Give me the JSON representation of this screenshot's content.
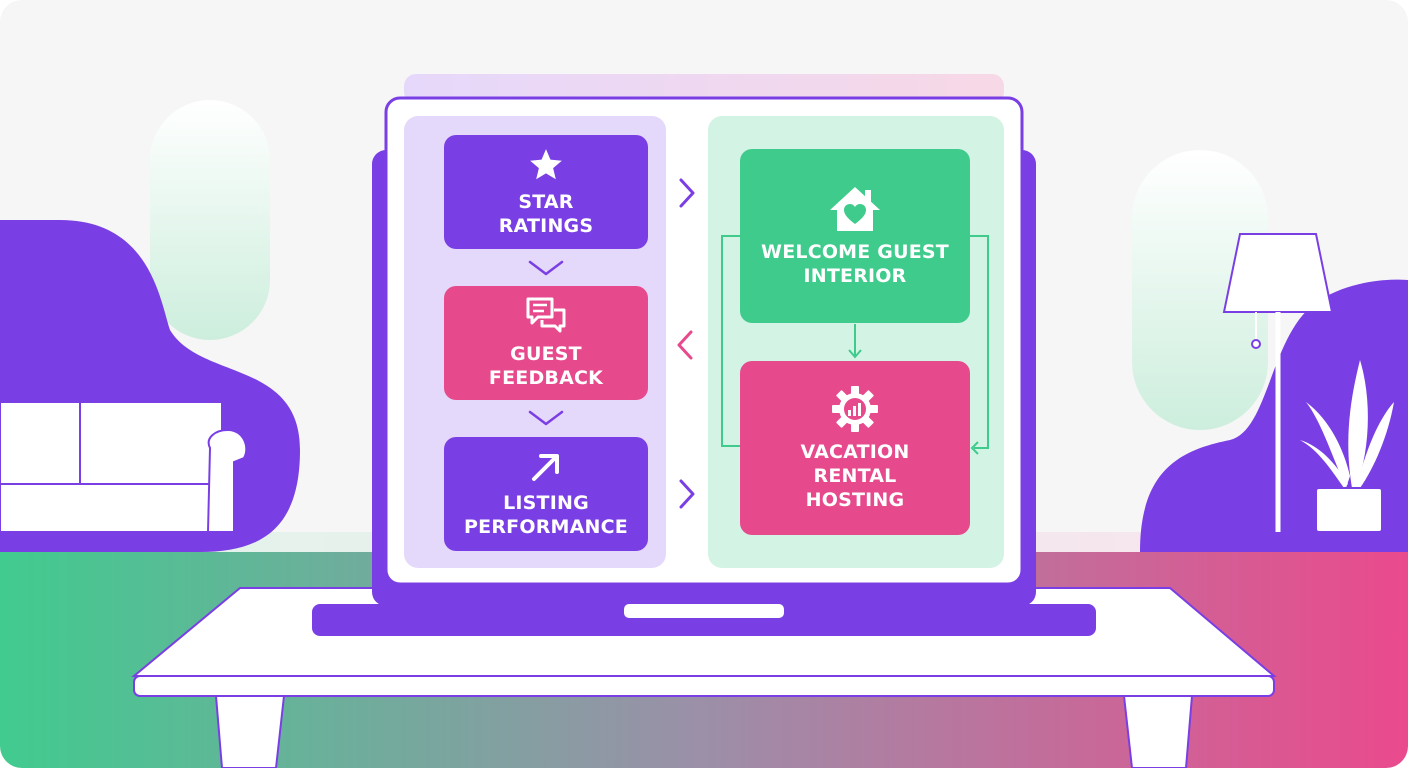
{
  "colors": {
    "purple": "#7a3fe4",
    "pink": "#e64a8c",
    "green": "#3fcb8c",
    "left_panel": "#e5d9fb",
    "right_panel": "#d3f4e4",
    "background": "#f6f6f7"
  },
  "left_column": [
    {
      "label": "STAR\nRATINGS",
      "icon": "star-icon",
      "color": "purple"
    },
    {
      "label": "GUEST\nFEEDBACK",
      "icon": "chat-bubbles-icon",
      "color": "pink"
    },
    {
      "label": "LISTING\nPERFORMANCE",
      "icon": "arrow-up-right-icon",
      "color": "purple"
    }
  ],
  "right_column": [
    {
      "label": "WELCOME GUEST\nINTERIOR",
      "icon": "house-heart-icon",
      "color": "green"
    },
    {
      "label": "VACATION\nRENTAL\nHOSTING",
      "icon": "gear-chart-icon",
      "color": "pink"
    }
  ],
  "connectors": {
    "between_columns": [
      {
        "direction": "right",
        "color": "purple"
      },
      {
        "direction": "left",
        "color": "pink"
      },
      {
        "direction": "right",
        "color": "purple"
      }
    ],
    "left_column_flow": "down",
    "right_column_loop_color": "green"
  }
}
